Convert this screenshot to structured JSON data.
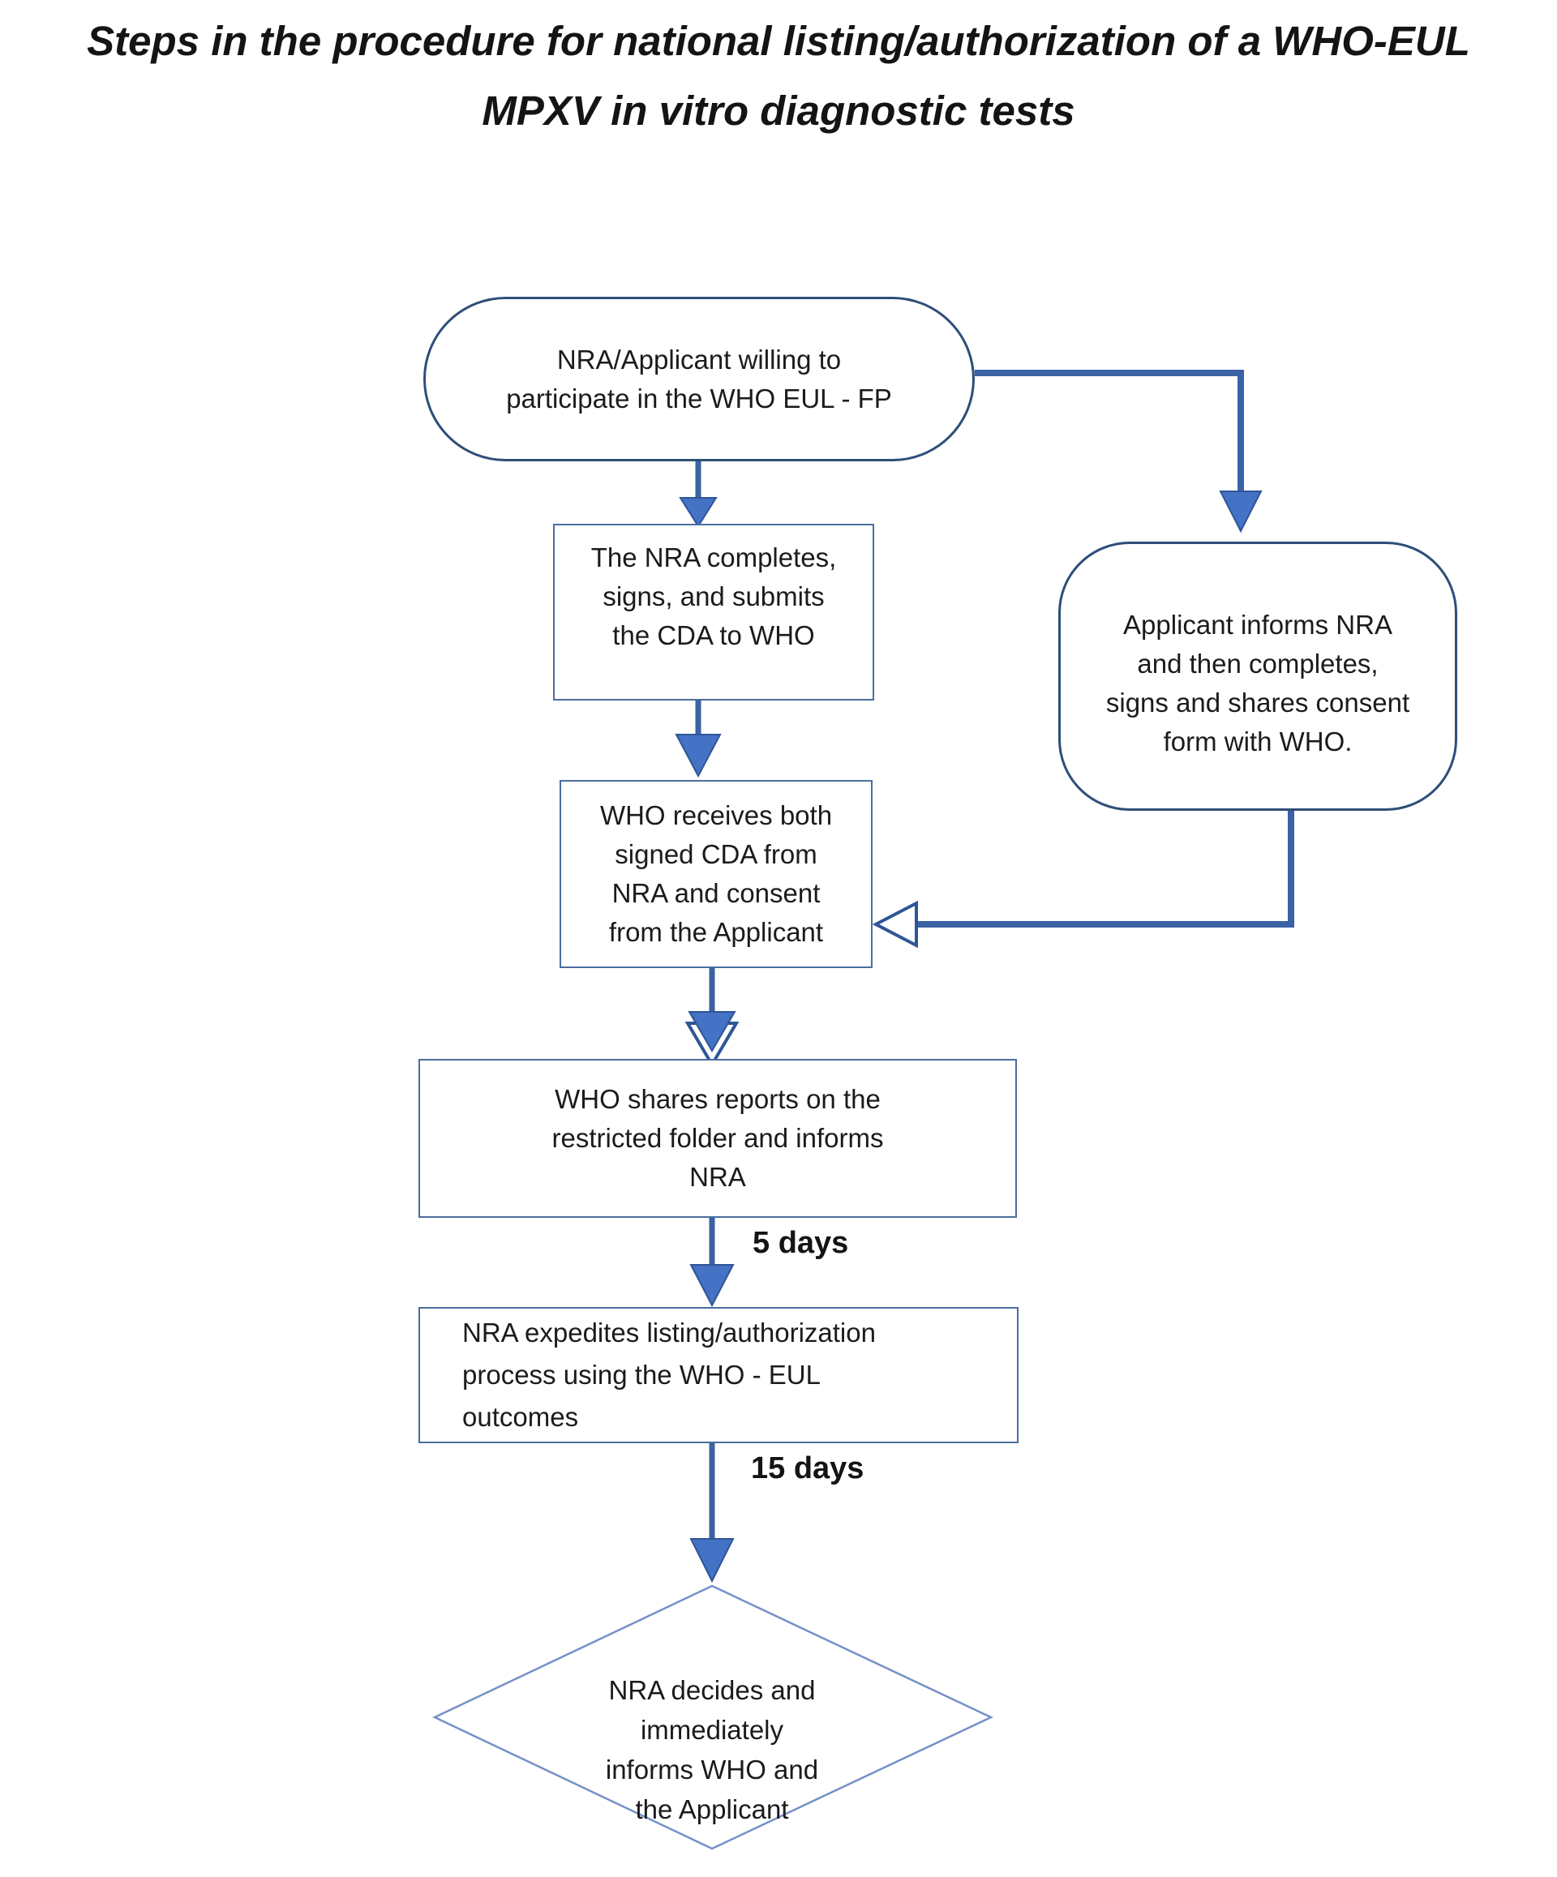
{
  "title": {
    "text": "Steps in the procedure for national listing/authorization of a WHO-EUL\nMPXV in vitro diagnostic tests"
  },
  "nodes": {
    "start": {
      "text": "NRA/Applicant willing to\nparticipate in the WHO EUL - FP"
    },
    "nra_cda": {
      "text": "The NRA completes,\nsigns, and submits\nthe CDA to WHO"
    },
    "applicant_consent": {
      "text": "Applicant informs NRA\nand then completes,\nsigns and shares consent\nform with WHO."
    },
    "who_receives": {
      "text": "WHO receives both\nsigned CDA from\nNRA and consent\nfrom the Applicant"
    },
    "who_shares": {
      "text": "WHO shares reports on the\nrestricted folder and informs\nNRA"
    },
    "nra_expedites": {
      "text": "NRA expedites listing/authorization\nprocess using the WHO - EUL\noutcomes"
    },
    "nra_decides": {
      "text": "NRA decides and\nimmediately\ninforms WHO and\nthe Applicant"
    }
  },
  "labels": {
    "five_days": "5 days",
    "fifteen_days": "15 days"
  },
  "colors": {
    "arrow_line": "#3a62a4",
    "arrow_head_fill": "#4472c4",
    "arrow_head_stroke": "#2f5597",
    "rect_border": "#4a6e9e",
    "round_border": "#2e4e79",
    "diamond_border": "#7490c8",
    "text": "#1b1b1b"
  }
}
